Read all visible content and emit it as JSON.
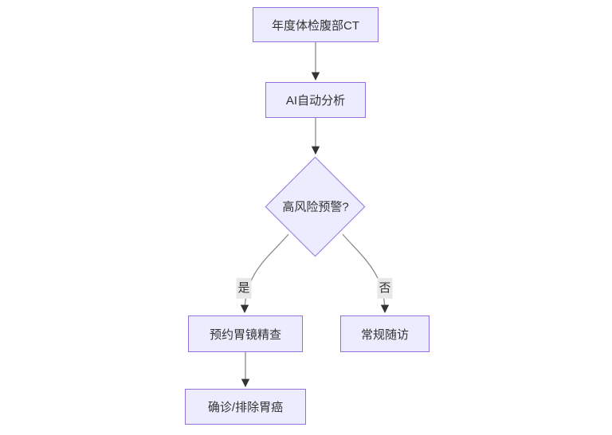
{
  "diagram": {
    "type": "flowchart",
    "direction": "top-down",
    "colors": {
      "node_fill": "#ECECFF",
      "node_border": "#9370DB",
      "edge_line": "#8a8a8a",
      "arrowhead": "#333333",
      "text": "#333333",
      "edge_label_bg": "#e8e8e8",
      "background": "#ffffff"
    },
    "nodes": {
      "annual_ct": {
        "label": "年度体检腹部CT",
        "shape": "rect"
      },
      "ai_analysis": {
        "label": "AI自动分析",
        "shape": "rect"
      },
      "risk_alert": {
        "label": "高风险预警?",
        "shape": "diamond"
      },
      "gastroscopy": {
        "label": "预约胃镜精查",
        "shape": "rect"
      },
      "routine_followup": {
        "label": "常规随访",
        "shape": "rect"
      },
      "diagnosis": {
        "label": "确诊/排除胃癌",
        "shape": "rect"
      }
    },
    "edges": [
      {
        "from": "annual_ct",
        "to": "ai_analysis",
        "label": ""
      },
      {
        "from": "ai_analysis",
        "to": "risk_alert",
        "label": ""
      },
      {
        "from": "risk_alert",
        "to": "gastroscopy",
        "label": "是"
      },
      {
        "from": "risk_alert",
        "to": "routine_followup",
        "label": "否"
      },
      {
        "from": "gastroscopy",
        "to": "diagnosis",
        "label": ""
      }
    ],
    "edge_labels": {
      "yes": "是",
      "no": "否"
    }
  }
}
